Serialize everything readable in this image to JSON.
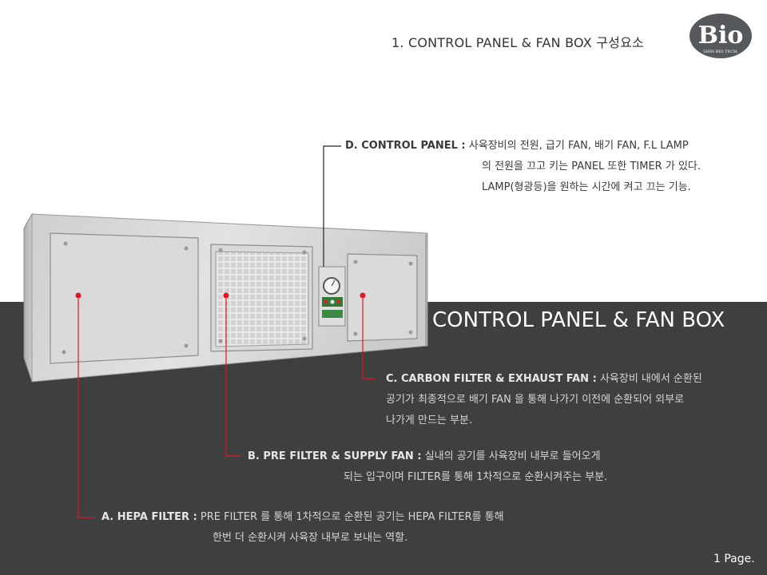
{
  "header": {
    "title": "1. CONTROL PANEL & FAN BOX 구성요소"
  },
  "logo": {
    "main": "Bio",
    "sub": "SHIN BIO TECH."
  },
  "band": {
    "title": "CONTROL PANEL & FAN BOX"
  },
  "items": {
    "control": {
      "head": "D. CONTROL PANEL :",
      "line1": "사육장비의 전원, 급기 FAN, 배기 FAN, F.L LAMP",
      "line2": "의 전원을 끄고 키는 PANEL 또한 TIMER 가 있다.",
      "line3": "LAMP(형광등)을 원하는 시간에 켜고 끄는 기능."
    },
    "carbon": {
      "head": "C. CARBON FILTER & EXHAUST FAN :",
      "line1": "사육장비 내에서 순환된",
      "line2": "공기가 최종적으로 배기 FAN 을 통해 나가기 이전에 순환되어 외부로",
      "line3": "나가게 만드는 부분."
    },
    "pre": {
      "head": "B. PRE FILTER & SUPPLY FAN :",
      "line1": "실내의 공기를 사육장비 내부로 들어오게",
      "line2": "되는 입구이며  FILTER를 통해 1차적으로 순환시켜주는 부분."
    },
    "hepa": {
      "head": "A. HEPA FILTER :",
      "line1": "PRE FILTER 를 통해 1차적으로 순환된 공기는 HEPA FILTER를 통해",
      "line2": "한번 더 순환시켜 사육장 내부로 보내는 역할."
    }
  },
  "footer": {
    "page": "1 Page."
  },
  "colors": {
    "band": "#3f3f3f",
    "marker": "#e0171f",
    "metal": "#d4d4d4"
  }
}
